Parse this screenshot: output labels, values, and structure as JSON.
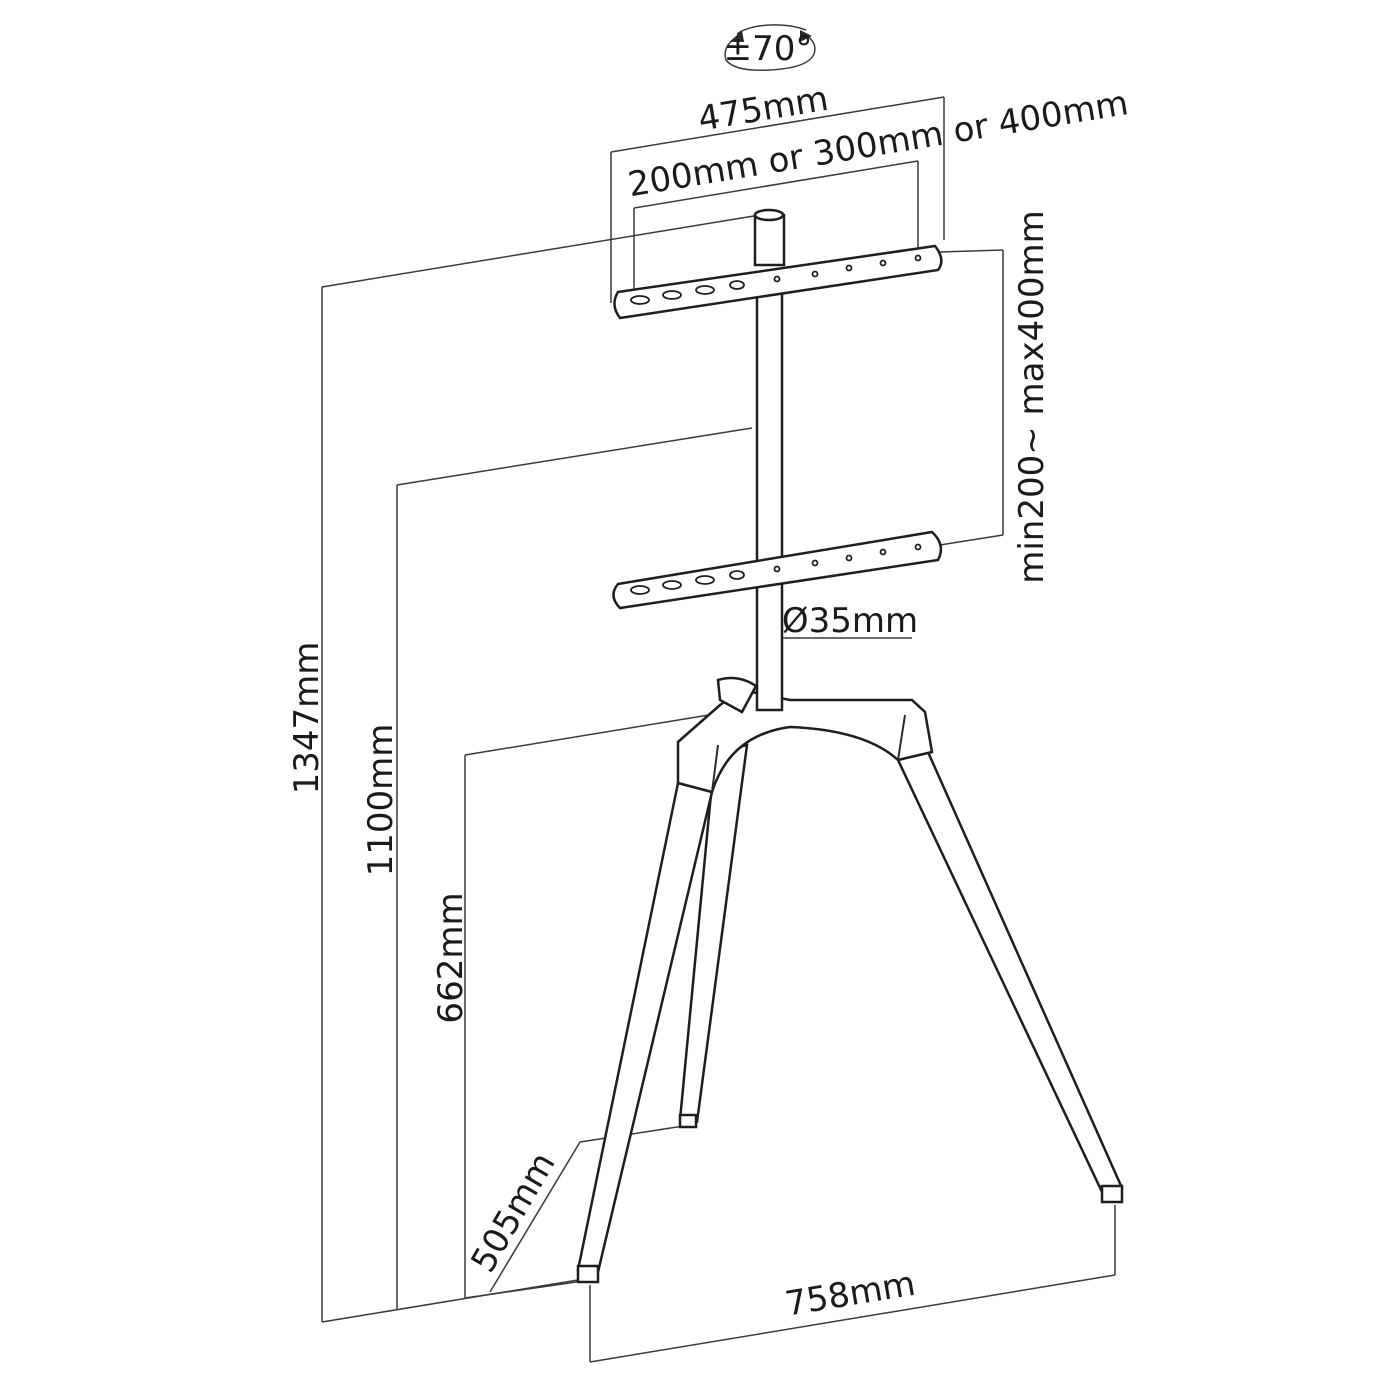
{
  "labels": {
    "rotation": "±70°",
    "bracket_width": "475mm",
    "vesa_options": "200mm or 300mm or 400mm",
    "vesa_range": "min200~ max400mm",
    "pole_diameter": "Ø35mm",
    "total_height": "1347mm",
    "upper_height": "1100mm",
    "base_height": "662mm",
    "leg_offset": "505mm",
    "base_span": "758mm"
  }
}
